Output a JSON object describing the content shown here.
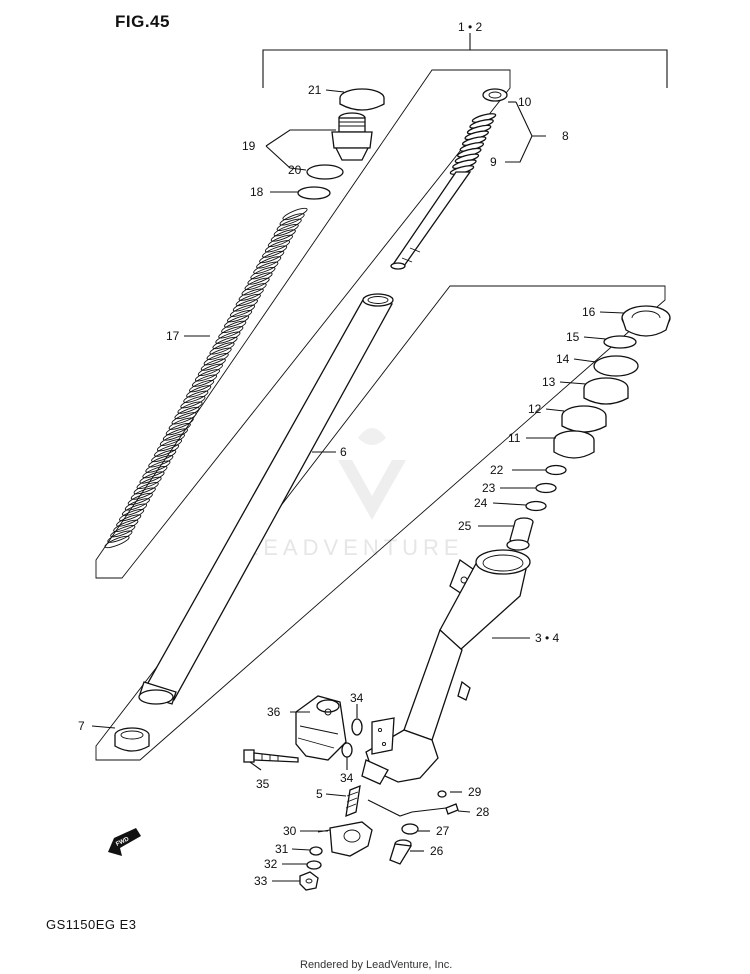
{
  "figure": {
    "title": "FIG.45",
    "model_code": "GS1150EG  E3",
    "footer": "Rendered by LeadVenture, Inc.",
    "watermark": "LEADVENTURE",
    "fwd_badge": "FWD"
  },
  "callouts": {
    "c1": "1 • 2",
    "c21": "21",
    "c10": "10",
    "c8": "8",
    "c9": "9",
    "c19": "19",
    "c20": "20",
    "c18": "18",
    "c17": "17",
    "c6": "6",
    "c16": "16",
    "c15": "15",
    "c14": "14",
    "c13": "13",
    "c12": "12",
    "c11": "11",
    "c22": "22",
    "c23": "23",
    "c24": "24",
    "c25": "25",
    "c3": "3 • 4",
    "c7": "7",
    "c36": "36",
    "c34a": "34",
    "c34b": "34",
    "c35": "35",
    "c5": "5",
    "c29": "29",
    "c28": "28",
    "c30": "30",
    "c27": "27",
    "c31": "31",
    "c26": "26",
    "c32": "32",
    "c33": "33"
  },
  "colors": {
    "ink": "#111111",
    "paper": "#ffffff",
    "watermark": "#e6e6e6"
  }
}
